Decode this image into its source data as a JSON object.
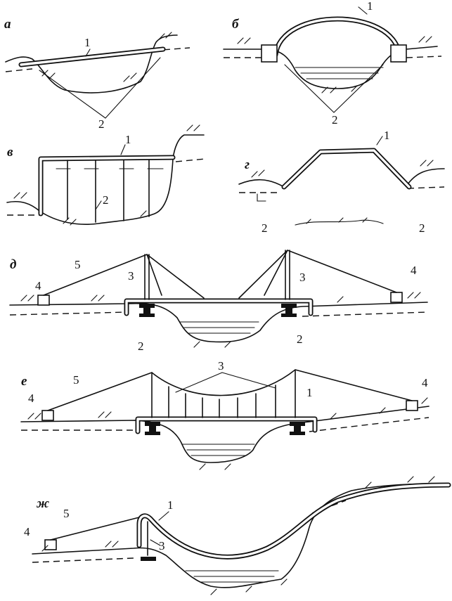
{
  "panels": {
    "a": {
      "letter": "а",
      "labels": [
        "1",
        "2"
      ]
    },
    "b": {
      "letter": "б",
      "labels": [
        "1",
        "2"
      ]
    },
    "v": {
      "letter": "в",
      "labels": [
        "1",
        "2"
      ]
    },
    "g": {
      "letter": "г",
      "labels": [
        "1",
        "2",
        "2"
      ]
    },
    "d": {
      "letter": "д",
      "labels": [
        "5",
        "4",
        "3",
        "3",
        "4",
        "2",
        "2"
      ]
    },
    "e": {
      "letter": "е",
      "labels": [
        "3",
        "5",
        "4",
        "1",
        "4"
      ]
    },
    "zh": {
      "letter": "ж",
      "labels": [
        "5",
        "1",
        "4",
        "3"
      ]
    }
  }
}
